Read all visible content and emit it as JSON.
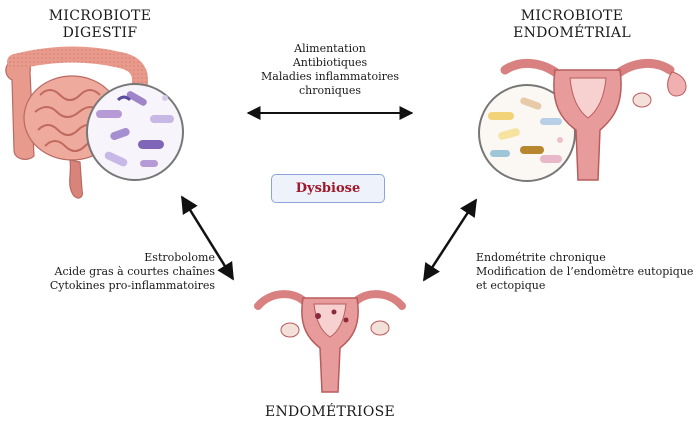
{
  "titles": {
    "digestif": [
      "MICROBIOTE",
      "DIGESTIF"
    ],
    "endometrial": [
      "MICROBIOTE",
      "ENDOMÉTRIAL"
    ],
    "endometriose": "ENDOMÉTRIOSE"
  },
  "factors_top": [
    "Alimentation",
    "Antibiotiques",
    "Maladies inflammatoires",
    "chroniques"
  ],
  "factors_left": [
    "Estrobolome",
    "Acide gras à courtes chaînes",
    "Cytokines pro-inflammatoires"
  ],
  "factors_right": [
    "Endométrite chronique",
    "Modification de l’endomètre eutopique",
    "et ectopique"
  ],
  "center_label": "Dysbiose",
  "colors": {
    "dysbiose_text": "#a0182a",
    "dysbiose_border": "#8aa6d8",
    "intestine": "#e89a8c",
    "uterus": "#d98080",
    "arrow": "#111111"
  },
  "icons": [
    "intestine-illustration",
    "uterus-illustration",
    "bacteria-magnifier"
  ]
}
